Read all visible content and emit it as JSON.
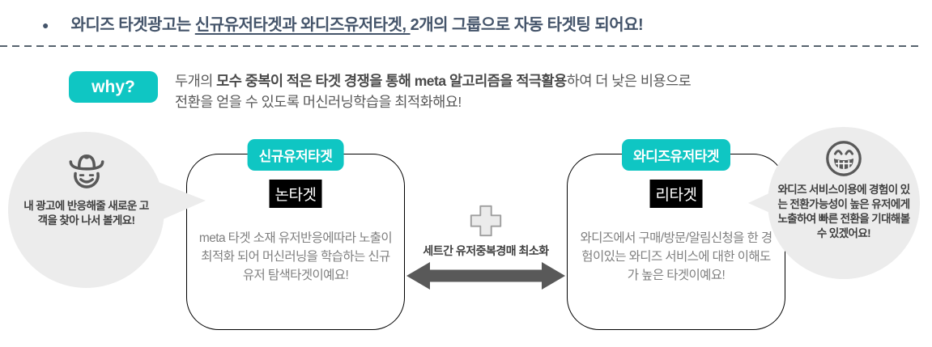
{
  "title": {
    "bullet": "●",
    "pre": "와디즈 타겟광고는 ",
    "underline": "신규유저타겟과 와디즈유저타겟, ",
    "post": "2개의 그룹으로 자동 타겟팅 되어요!"
  },
  "why": {
    "label": "why?",
    "line1_pre": "두개의 ",
    "line1_bold": "모수 중복이 적은 타겟 경쟁을 통해 meta 알고리즘을 적극활용",
    "line1_post": "하여 더 낮은 비용으로",
    "line2": "전환을 얻을 수 있도록 머신러닝학습을 최적화해요!"
  },
  "left_bubble": {
    "icon": "cowboy-face-icon",
    "text": "내 광고에 반응해줄 새로운 고객을 찾아 나서 볼게요!"
  },
  "group_left": {
    "badge": "신규유저타겟",
    "tag": "논타겟",
    "body": "meta 타겟 소재 유저반응에따라 노출이최적화 되어 머신러닝을 학습하는 신규유저 탐색타겟이예요!"
  },
  "center": {
    "plus_icon": "plus-icon",
    "label": "세트간 유저중복경매 최소화",
    "arrow_icon": "double-arrow-icon"
  },
  "group_right": {
    "badge": "와디즈유저타겟",
    "tag": "리타겟",
    "body": "와디즈에서 구매/방문/알림신청을 한 경험이있는 와디즈 서비스에 대한 이해도가 높은 타겟이예요!"
  },
  "right_bubble": {
    "icon": "grinning-face-icon",
    "text": "와디즈 서비스이용에 경험이 있는 전환가능성이 높은 유저에게 노출하여 빠른 전환을 기대해볼 수 있겠어요!"
  },
  "colors": {
    "teal": "#0fc6c3",
    "title_slate": "#44546a",
    "body_gray": "#7f7f7f",
    "dark_gray": "#595959",
    "bubble_bg": "#ececec",
    "black": "#000000"
  }
}
